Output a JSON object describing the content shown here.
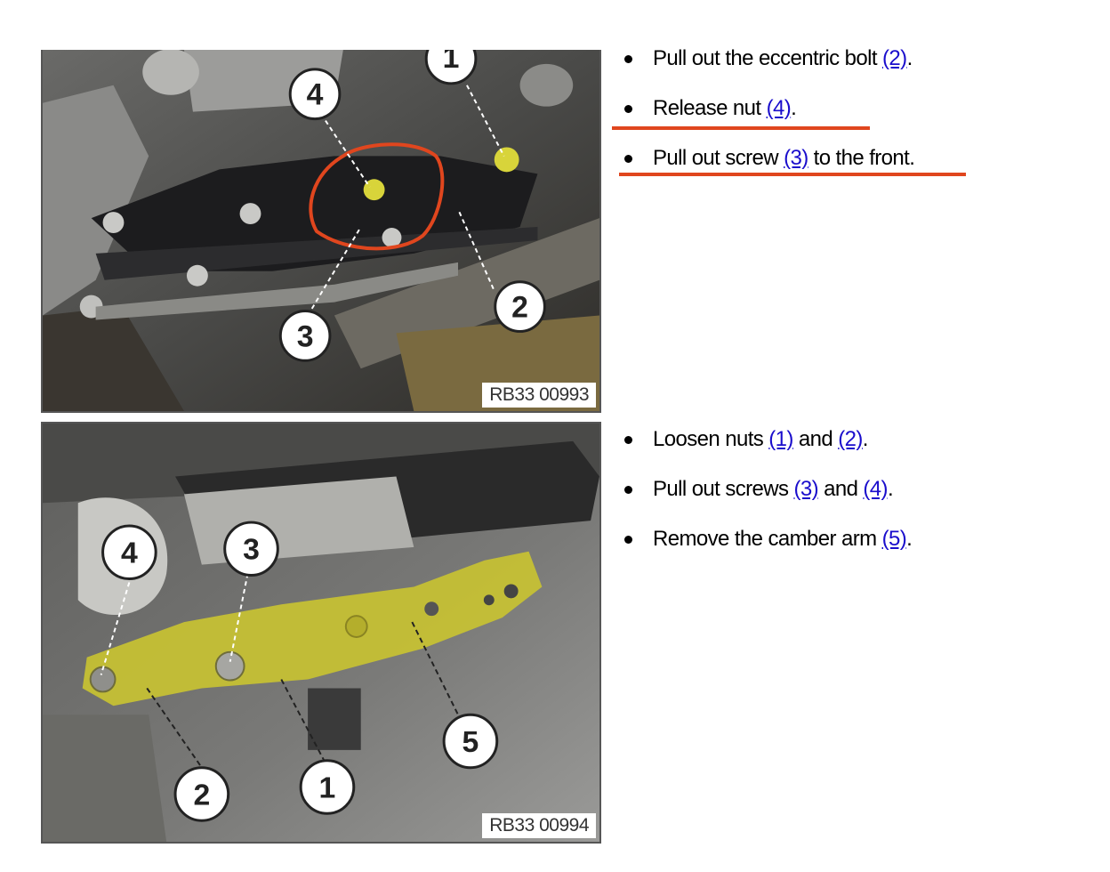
{
  "figures": [
    {
      "code": "RB33 00993",
      "callouts": [
        "1",
        "2",
        "3",
        "4"
      ]
    },
    {
      "code": "RB33 00994",
      "callouts": [
        "1",
        "2",
        "3",
        "4",
        "5"
      ]
    }
  ],
  "steps_group_1": [
    {
      "before": "Pull out the eccentric bolt ",
      "link": "(2)",
      "after": "."
    },
    {
      "before": "Release nut ",
      "link": "(4)",
      "after": "."
    },
    {
      "before": "Pull out screw ",
      "link": "(3)",
      "after": " to the front."
    }
  ],
  "steps_group_2": [
    {
      "before": "Loosen nuts ",
      "link": "(1)",
      "middle": " and ",
      "link2": "(2)",
      "after": "."
    },
    {
      "before": "Pull out screws ",
      "link": "(3)",
      "middle": " and ",
      "link2": "(4)",
      "after": "."
    },
    {
      "before": "Remove the camber arm ",
      "link": "(5)",
      "after": "."
    }
  ],
  "colors": {
    "link": "#1a0dcc",
    "annotation": "#e0461e",
    "highlight": "#c8c232"
  }
}
